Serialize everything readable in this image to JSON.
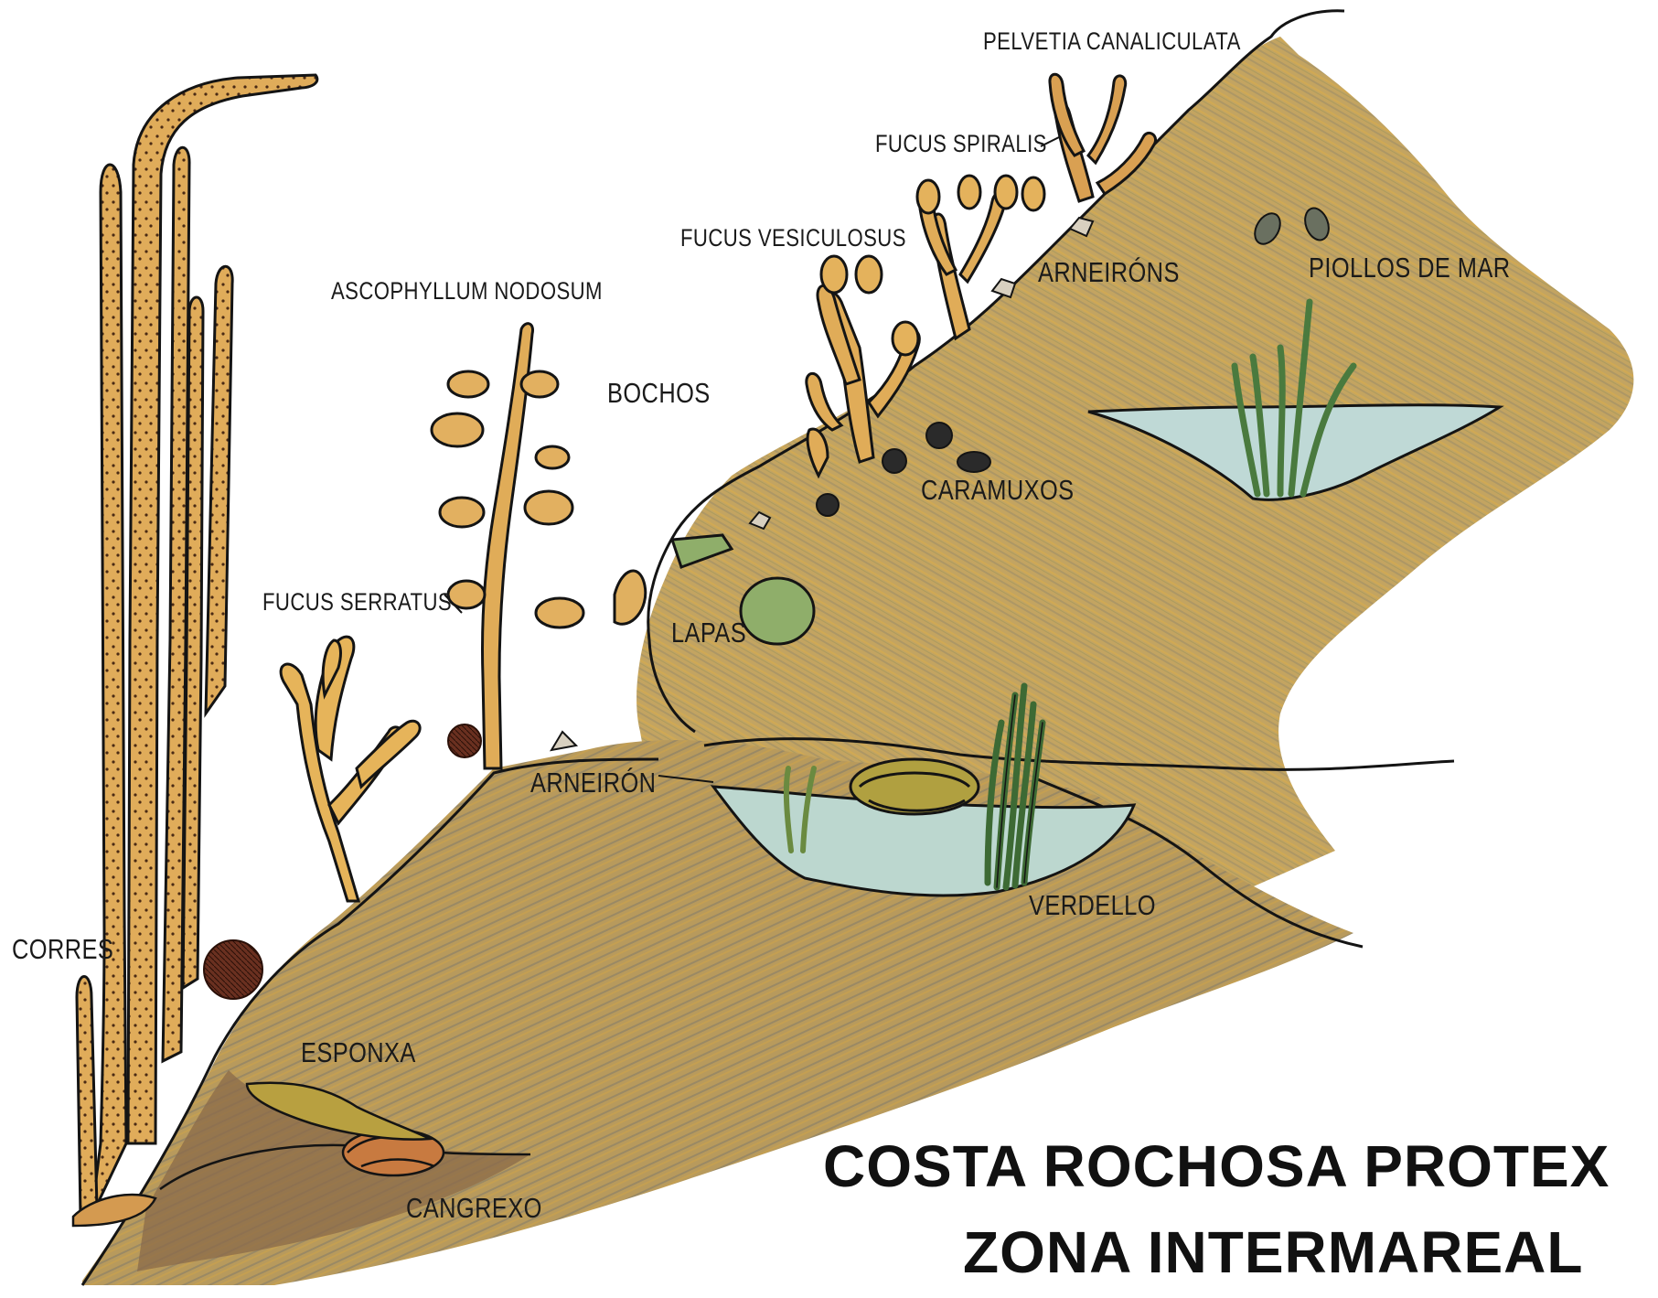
{
  "title": {
    "line1": "COSTA ROCHOSA PROTEX",
    "line2": "ZONA INTERMAREAL"
  },
  "labels": {
    "pelvetia": "PELVETIA CANALICULATA",
    "fucus_spiralis": "FUCUS SPIRALIS",
    "fucus_vesiculosus": "FUCUS VESICULOSUS",
    "ascophyllum": "ASCOPHYLLUM NODOSUM",
    "bochos": "BOCHOS",
    "arneirons": "ARNEIRÓNS",
    "piollos": "PIOLLOS DE MAR",
    "caramuxos": "CARAMUXOS",
    "fucus_serratus": "FUCUS SERRATUS",
    "lapas": "LAPAS",
    "arneiron": "ARNEIRÓN",
    "verdello": "VERDELLO",
    "corres": "CORRES",
    "esponxa": "ESPONXA",
    "cangrexo": "CANGREXO"
  },
  "colors": {
    "rock": "#c4a25e",
    "rock_dark": "#8a7a5a",
    "rock_orange": "#d8a340",
    "water": "#bfd9d6",
    "kelp": "#dca85a",
    "kelp_dots": "#5a3a20",
    "seaweed_green": "#4f7a42",
    "outline": "#141414",
    "urchin": "#5a2a20",
    "sponge": "#b8a040"
  }
}
